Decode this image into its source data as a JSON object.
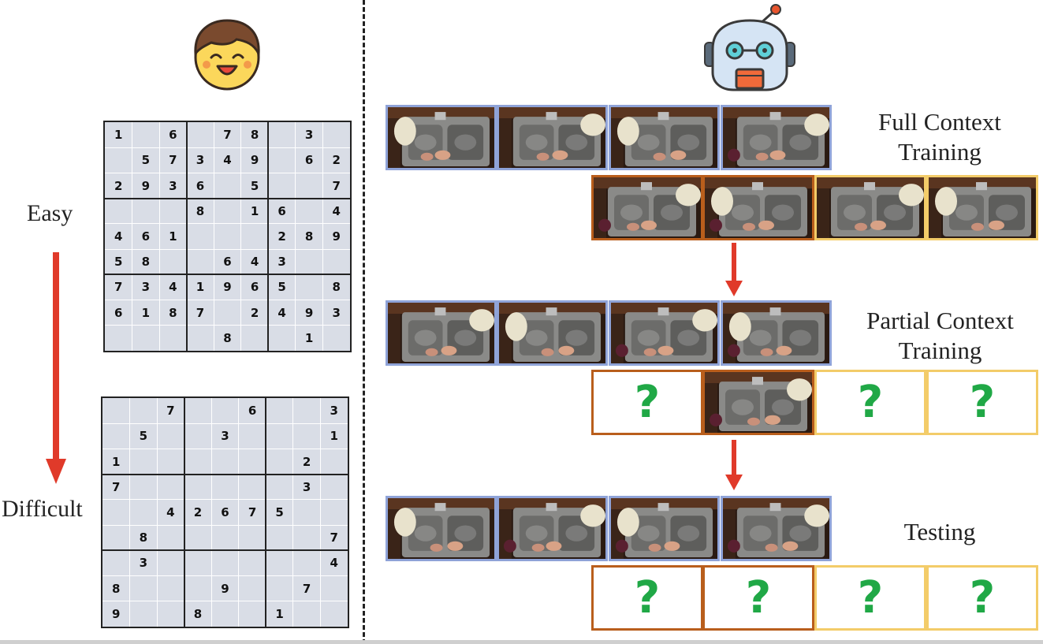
{
  "difficulty": {
    "easy_label": "Easy",
    "difficult_label": "Difficult"
  },
  "sudoku_easy": [
    [
      "1",
      "",
      "6",
      "",
      "7",
      "8",
      "",
      "3",
      ""
    ],
    [
      "",
      "5",
      "7",
      "3",
      "4",
      "9",
      "",
      "6",
      "2"
    ],
    [
      "2",
      "9",
      "3",
      "6",
      "",
      "5",
      "",
      "",
      "7"
    ],
    [
      "",
      "",
      "",
      "8",
      "",
      "1",
      "6",
      "",
      "4"
    ],
    [
      "4",
      "6",
      "1",
      "",
      "",
      "",
      "2",
      "8",
      "9"
    ],
    [
      "5",
      "8",
      "",
      "",
      "6",
      "4",
      "3",
      "",
      ""
    ],
    [
      "7",
      "3",
      "4",
      "1",
      "9",
      "6",
      "5",
      "",
      "8"
    ],
    [
      "6",
      "1",
      "8",
      "7",
      "",
      "2",
      "4",
      "9",
      "3"
    ],
    [
      "",
      "",
      "",
      "",
      "8",
      "",
      "",
      "1",
      ""
    ]
  ],
  "sudoku_difficult": [
    [
      "",
      "",
      "7",
      "",
      "",
      "6",
      "",
      "",
      "3"
    ],
    [
      "",
      "5",
      "",
      "",
      "3",
      "",
      "",
      "",
      "1"
    ],
    [
      "1",
      "",
      "",
      "",
      "",
      "",
      "",
      "2",
      ""
    ],
    [
      "7",
      "",
      "",
      "",
      "",
      "",
      "",
      "3",
      ""
    ],
    [
      "",
      "",
      "4",
      "2",
      "6",
      "7",
      "5",
      "",
      ""
    ],
    [
      "",
      "8",
      "",
      "",
      "",
      "",
      "",
      "",
      "7"
    ],
    [
      "",
      "3",
      "",
      "",
      "",
      "",
      "",
      "",
      "4"
    ],
    [
      "8",
      "",
      "",
      "",
      "9",
      "",
      "",
      "7",
      ""
    ],
    [
      "9",
      "",
      "",
      "8",
      "",
      "",
      "1",
      "",
      ""
    ]
  ],
  "stages": {
    "full_context": [
      "Full Context",
      "Training"
    ],
    "partial_context": [
      "Partial Context",
      "Training"
    ],
    "testing": "Testing"
  },
  "unknown_symbol": "?",
  "colors": {
    "context_frame": "#8fa3d8",
    "near_future_frame": "#b95e1c",
    "far_future_frame": "#f3cc69",
    "arrow": "#e03a2a",
    "question_mark": "#20a846"
  }
}
